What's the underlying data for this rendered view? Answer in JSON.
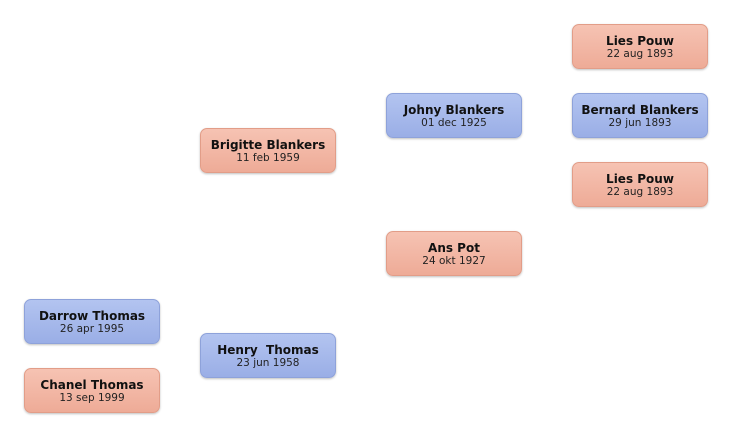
{
  "persons": {
    "darrow": {
      "name": "Darrow Thomas",
      "date": "26 apr 1995",
      "gender": "male"
    },
    "chanel": {
      "name": "Chanel Thomas",
      "date": "13 sep 1999",
      "gender": "female"
    },
    "henry": {
      "name": "Henry  Thomas",
      "date": "23 jun 1958",
      "gender": "male"
    },
    "brigitte": {
      "name": "Brigitte Blankers",
      "date": "11 feb 1959",
      "gender": "female"
    },
    "johny": {
      "name": "Johny Blankers",
      "date": "01 dec 1925",
      "gender": "male"
    },
    "ans": {
      "name": "Ans Pot",
      "date": "24 okt 1927",
      "gender": "female"
    },
    "lies1": {
      "name": "Lies Pouw",
      "date": "22 aug 1893",
      "gender": "female"
    },
    "bernard": {
      "name": "Bernard Blankers",
      "date": "29 jun 1893",
      "gender": "male"
    },
    "lies2": {
      "name": "Lies Pouw",
      "date": "22 aug 1893",
      "gender": "female"
    }
  },
  "colors": {
    "male": "#a5b8ec",
    "female": "#f2b6a4",
    "background": "#ffffff"
  }
}
